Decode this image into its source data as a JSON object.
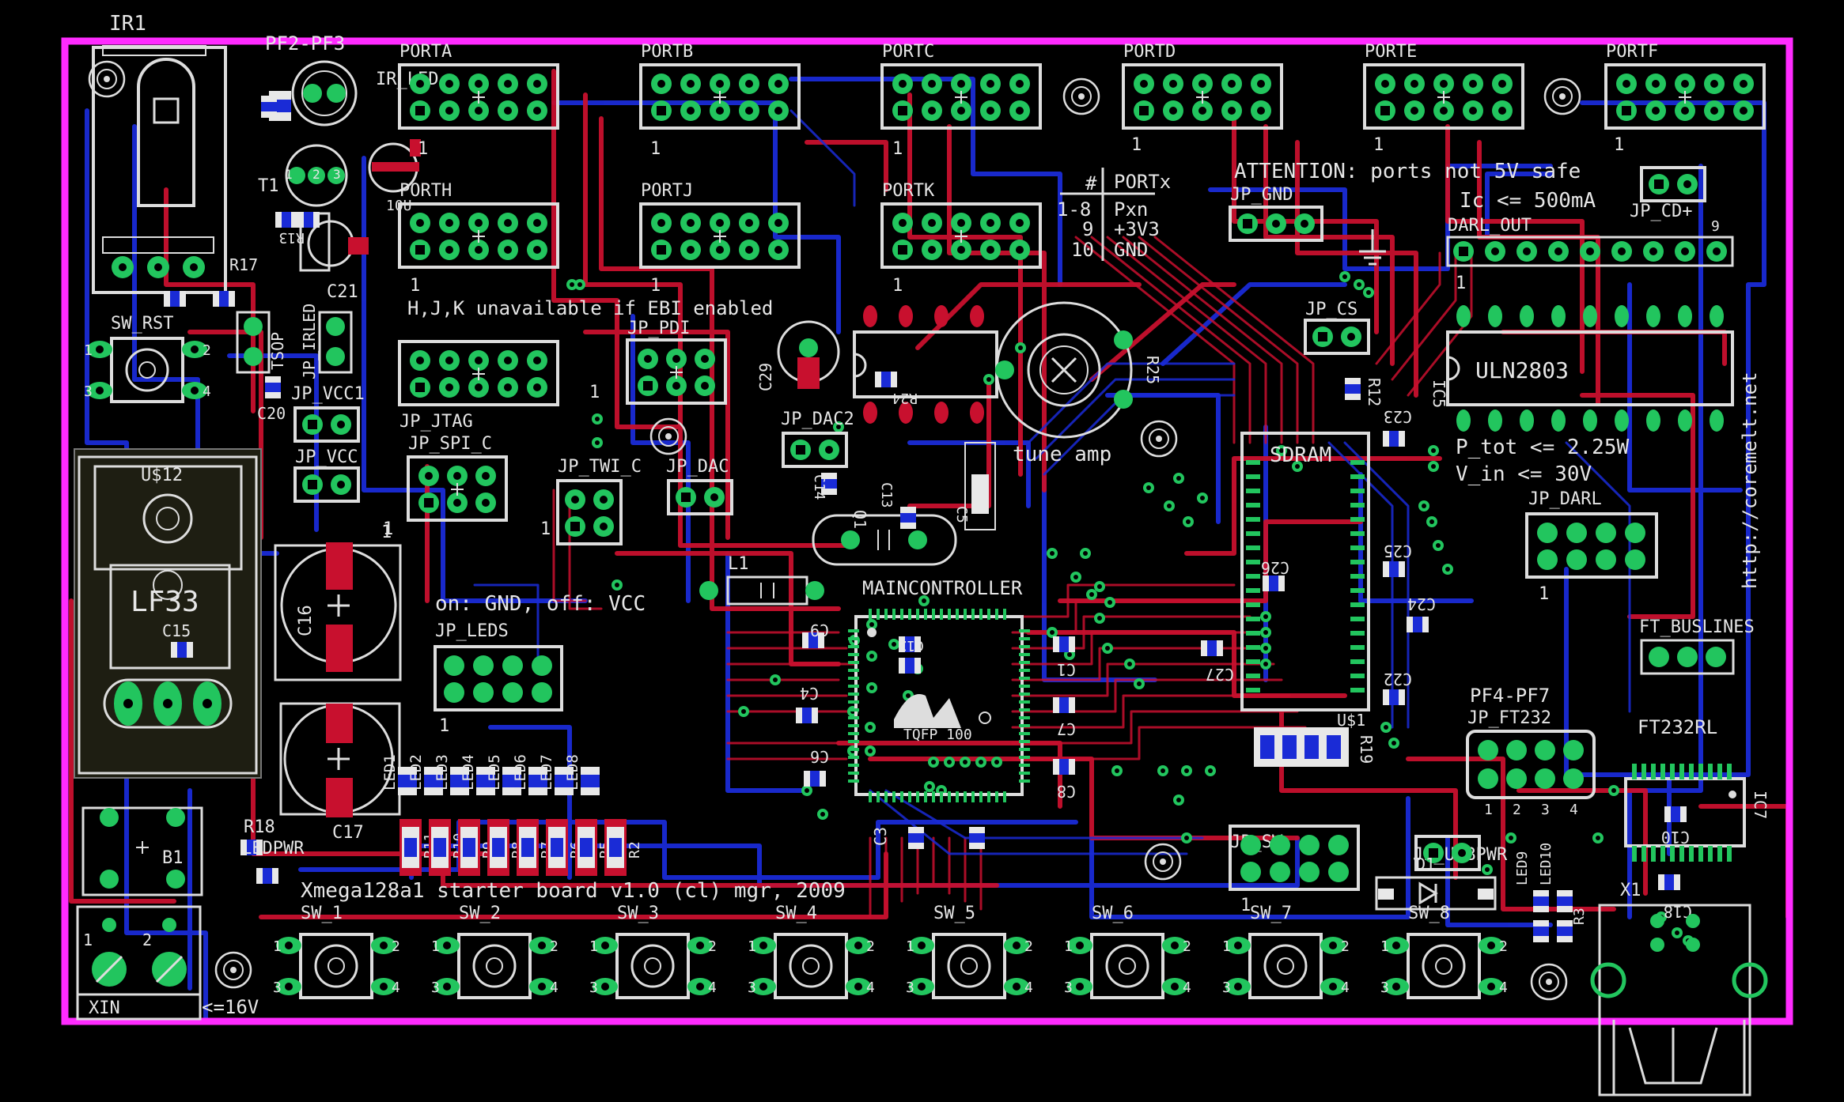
{
  "colors": {
    "background": "#000000",
    "outline": "#ff2bff",
    "top_copper": "#c8102e",
    "bottom_copper": "#1a2bd6",
    "pad": "#22c55e",
    "silk": "#e6e6e6",
    "smd": "#e8e8e8"
  },
  "title_main": "IR1",
  "headers": [
    {
      "name": "PORTA",
      "pin1": "1"
    },
    {
      "name": "PORTB",
      "pin1": "1"
    },
    {
      "name": "PORTC",
      "pin1": "1"
    },
    {
      "name": "PORTD",
      "pin1": "1"
    },
    {
      "name": "PORTE",
      "pin1": "1"
    },
    {
      "name": "PORTF",
      "pin1": "1"
    },
    {
      "name": "PORTH",
      "pin1": "1"
    },
    {
      "name": "PORTJ",
      "pin1": "1"
    },
    {
      "name": "PORTK",
      "pin1": "1"
    }
  ],
  "notes": {
    "pf2_pf3": "PF2-PF3",
    "ir_led": "IR_LED",
    "ebi": "H,J,K unavailable if EBI enabled",
    "attention": "ATTENTION: ports not 5V safe",
    "ic_max": "Ic <= 500mA",
    "p_tot": "P_tot <= 2.25W",
    "v_in": "V_in <= 30V",
    "url": "http://coremelt.net",
    "tune_amp": "tune amp",
    "leds_hint": "on: GND, off: VCC",
    "board_title": "Xmega128a1 starter board  v1.0 (cl) mgr, 2009",
    "vmax": "<=16V",
    "xin": "XIN",
    "pf4_pf7": "PF4-PF7",
    "ft_buslines": "FT_BUSLINES",
    "ft232rl": "FT232RL",
    "sdram": "SDRAM",
    "uln": "ULN2803",
    "mc": "MAINCONTROLLER",
    "tqfp": "TQFP 100",
    "lf33": "LF33",
    "darl_out": "DARL_OUT"
  },
  "port_table": {
    "h1": "#",
    "h2": "PORTx",
    "r1a": "1-8",
    "r1b": "Pxn",
    "r2a": "9",
    "r2b": "+3V3",
    "r3a": "10",
    "r3b": "GND"
  },
  "jumpers": {
    "jp_gnd": "JP_GND",
    "jp_cs": "JP_CS",
    "jp_cd": "JP_CD+",
    "jp_pdi": "JP_PDI",
    "jp_dac2": "JP_DAC2",
    "jp_jtag": "JP_JTAG",
    "jp_spi_c": "JP_SPI_C",
    "jp_twi_c": "JP_TWI_C",
    "jp_dac": "JP_DAC",
    "jp_leds": "JP_LEDS",
    "jp_vcc1": "JP_VCC1",
    "jp_vcc": "JP_VCC",
    "jp_irled": "JP_IRLED",
    "tsop": "TSOP",
    "jp_darl": "JP_DARL",
    "jp_ft232": "JP_FT232",
    "jp_sw": "JP_SW",
    "jp_usbpwr": "JP_USBPWR"
  },
  "parts": {
    "sw_rst": "SW_RST",
    "t1": "T1",
    "r17": "R17",
    "r13": "R13",
    "c21": "C21",
    "c20": "C20",
    "c10u": "10U",
    "u12": "U$12",
    "c15": "C15",
    "c16": "C16",
    "c17": "C17",
    "b1": "B1",
    "r18": "R18",
    "ledpwr": "LEDPWR",
    "l1": "L1",
    "c29": "C29",
    "r24": "R24",
    "r25": "R25",
    "r12": "R12",
    "ic5": "IC5",
    "ic7": "IC7",
    "u1": "U$1",
    "q1": "Q1",
    "x1": "X1",
    "d1": "D1",
    "r3": "R3",
    "c18": "C18",
    "c10": "C10",
    "c1": "C1",
    "c3": "C3",
    "c4": "C4",
    "c5": "C5",
    "c6": "C6",
    "c7": "C7",
    "c8": "C8",
    "c9": "C9",
    "c22": "C22",
    "c23": "C23",
    "c24": "C24",
    "c25": "C25",
    "c26": "C26",
    "c27": "C27",
    "c12": "C12",
    "c13": "C13",
    "c14": "C14",
    "r19": "R19",
    "led9": "LED9",
    "led10": "LED10",
    "h1": "1",
    "h2": "2",
    "h3": "3",
    "h4": "4",
    "h9": "9"
  },
  "leds": [
    "LED1",
    "LED2",
    "LED3",
    "LED4",
    "LED5",
    "LED6",
    "LED7",
    "LED8"
  ],
  "resistors": [
    "R11",
    "R10",
    "R9",
    "R8",
    "R7",
    "R6",
    "R5",
    "R2"
  ],
  "switches": [
    "SW_1",
    "SW_2",
    "SW_3",
    "SW_4",
    "SW_5",
    "SW_6",
    "SW_7",
    "SW_8"
  ]
}
